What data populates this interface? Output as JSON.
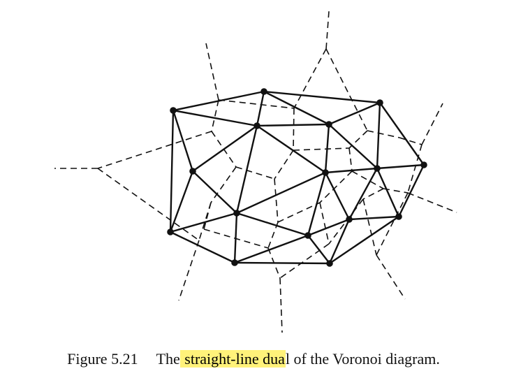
{
  "caption": {
    "figure_number": "Figure 5.21",
    "text_before": "The",
    "text_highlighted": " straight-line dua",
    "text_after": "l of the Voronoi diagram."
  },
  "colors": {
    "ink": "#111111",
    "highlight": "#fff27a",
    "background": "#ffffff"
  }
}
